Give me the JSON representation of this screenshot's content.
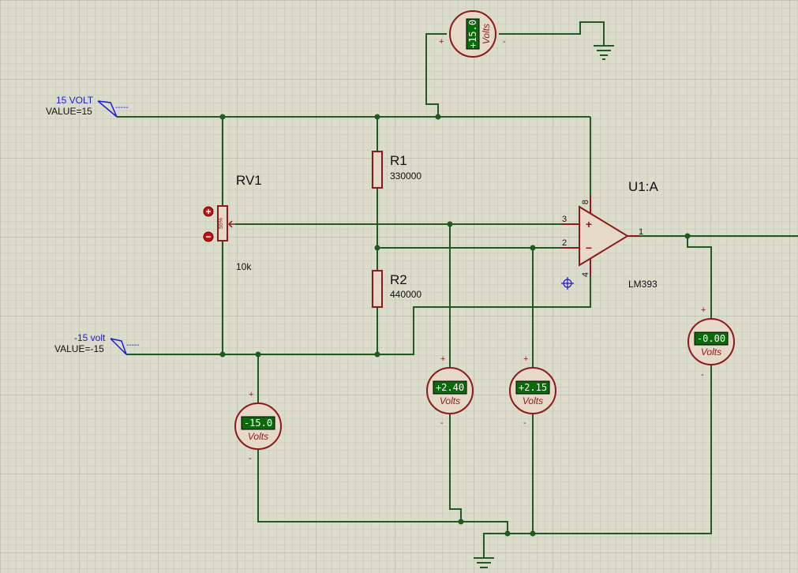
{
  "terminals": {
    "pos": {
      "name": "15 VOLT",
      "value": "VALUE=15",
      "dash": "-----"
    },
    "neg": {
      "name": "-15 volt",
      "value": "VALUE=-15",
      "dash": "-----"
    }
  },
  "components": {
    "rv1": {
      "ref": "RV1",
      "value": "10k",
      "percent": "55%"
    },
    "r1": {
      "ref": "R1",
      "value": "330000"
    },
    "r2": {
      "ref": "R2",
      "value": "440000"
    },
    "u1": {
      "ref": "U1:A",
      "part": "LM393",
      "pins": {
        "plus": "3",
        "minus": "2",
        "out": "1",
        "vcc": "8",
        "gnd": "4"
      },
      "plus_sign": "+",
      "minus_sign": "−"
    }
  },
  "voltmeters": {
    "top": {
      "reading": "+15.0",
      "unit": "Volts",
      "plus": "+",
      "minus": "-"
    },
    "left": {
      "reading": "-15.0",
      "unit": "Volts",
      "plus": "+",
      "minus": "-"
    },
    "mid1": {
      "reading": "+2.40",
      "unit": "Volts",
      "plus": "+",
      "minus": "-"
    },
    "mid2": {
      "reading": "+2.15",
      "unit": "Volts",
      "plus": "+",
      "minus": "-"
    },
    "out": {
      "reading": "-0.00",
      "unit": "Volts",
      "plus": "+",
      "minus": "-"
    }
  },
  "colors": {
    "background": "#dcdccc",
    "wire": "#1f5a1f",
    "component": "#8c1a1a",
    "display": "#0b6b0b",
    "label_blue": "#1a1ad6"
  }
}
